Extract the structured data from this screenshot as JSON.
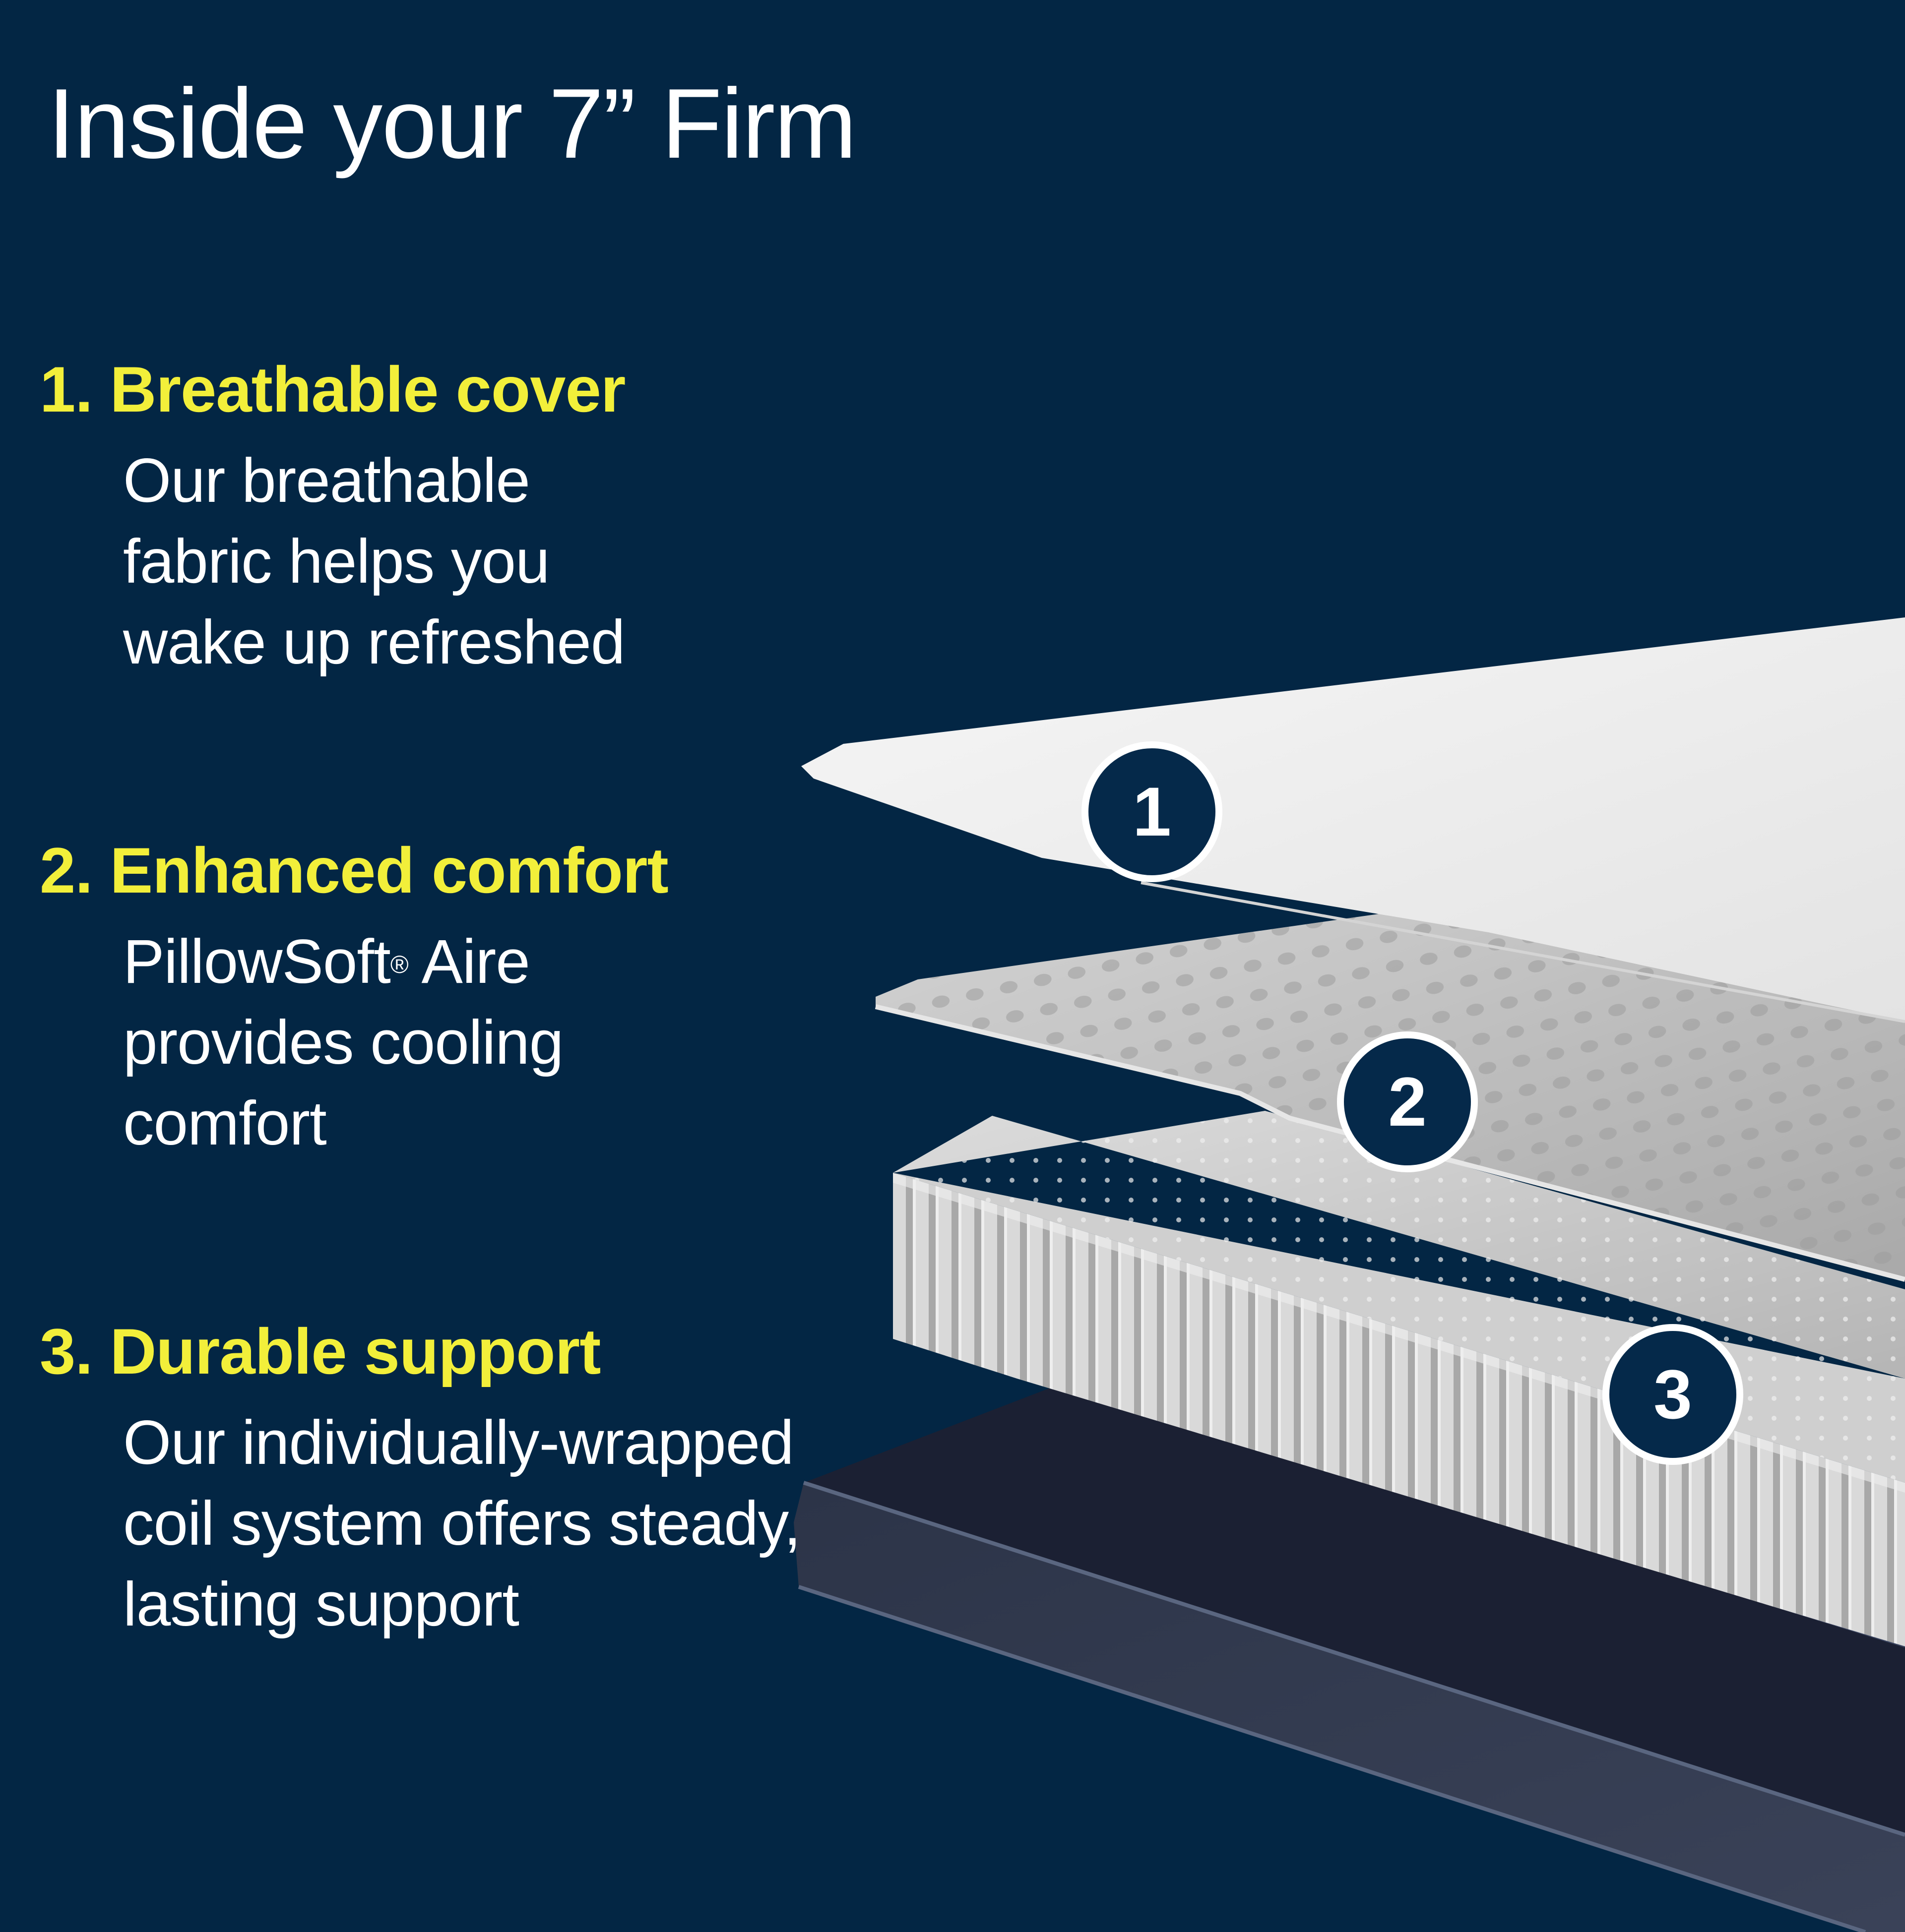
{
  "title": "Inside your 7” Firm",
  "colors": {
    "background": "#032644",
    "heading_accent": "#f2ef3a",
    "body_text": "#ffffff",
    "badge_fill": "#05294a",
    "cover_layer": "#e9e9e9",
    "comfort_layer": "#bdbdbd",
    "coil_layer": "#cfcfcf",
    "base_layer": "#2a3247"
  },
  "features": [
    {
      "number": "1",
      "heading": "1. Breathable cover",
      "body_lines": [
        "Our breathable",
        "fabric helps you",
        "wake up refreshed"
      ]
    },
    {
      "number": "2",
      "heading": "2. Enhanced comfort",
      "body_lines": [
        "PillowSoft",
        "provides cooling",
        "comfort"
      ],
      "body_line1_trademark": "®",
      "body_line1_suffix": " Aire"
    },
    {
      "number": "3",
      "heading": "3. Durable support",
      "body_lines": [
        "Our individually-wrapped",
        "coil system offers steady,",
        "lasting support"
      ]
    }
  ],
  "diagram": {
    "layers": [
      {
        "id": "cover",
        "label_number": "1",
        "icon": "breathable-cover-layer"
      },
      {
        "id": "comfort",
        "label_number": "2",
        "icon": "comfort-foam-layer"
      },
      {
        "id": "coils",
        "label_number": "3",
        "icon": "wrapped-coil-layer"
      },
      {
        "id": "base",
        "icon": "mattress-base-layer"
      }
    ]
  }
}
